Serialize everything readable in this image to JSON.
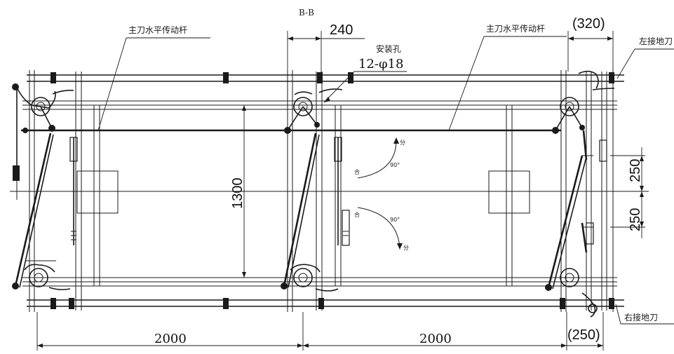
{
  "section_label": "B-B",
  "labels": {
    "main_blade_rod_left": "主刀水平传动杆",
    "main_blade_rod_right": "主刀水平传动杆",
    "mount_hole_title": "安装孔",
    "mount_hole_spec": "12-φ18",
    "left_ground_blade": "左接地刀",
    "right_ground_blade": "右接地刀",
    "open_top": "分",
    "close_top": "合",
    "angle_top": "90°",
    "close_bottom": "合",
    "angle_bottom": "90°",
    "open_bottom": "分"
  },
  "dimensions": {
    "top_240": "240",
    "top_320": "(320)",
    "height_1300": "1300",
    "right_250_upper": "250",
    "right_250_lower": "250",
    "bottom_2000_left": "2000",
    "bottom_2000_right": "2000",
    "bottom_250": "(250)"
  }
}
